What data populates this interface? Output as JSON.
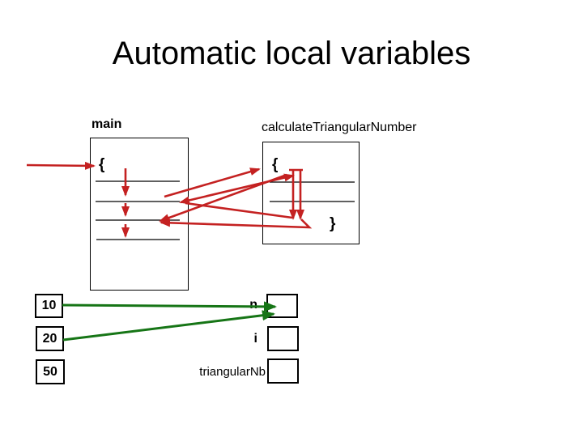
{
  "slide": {
    "title": "Automatic local variables"
  },
  "frames": {
    "main": {
      "label": "main",
      "open_brace": "{"
    },
    "function": {
      "label": "calculateTriangularNumber",
      "open_brace": "{",
      "close_brace": "}"
    }
  },
  "stack_values": [
    {
      "value": "10"
    },
    {
      "value": "20"
    },
    {
      "value": "50"
    }
  ],
  "variables": [
    {
      "name": "n"
    },
    {
      "name": "i"
    },
    {
      "name": "triangularNb"
    }
  ],
  "colors": {
    "flow": "#c42121",
    "assign": "#167516",
    "ink": "#000000"
  }
}
